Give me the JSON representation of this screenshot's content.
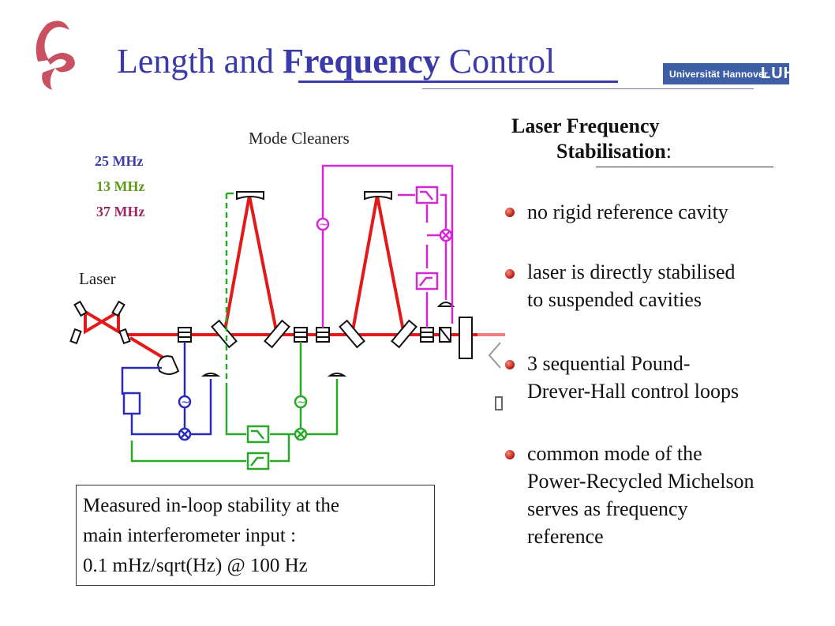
{
  "slide": {
    "title_part1": "Length and ",
    "title_part2": "Frequency",
    "title_part3": " Control",
    "logo_text": "Universität Hannover",
    "logo_mark": "LUH"
  },
  "diagram": {
    "frequencies": [
      "25 MHz",
      "13 MHz",
      "37 MHz"
    ],
    "frequency_colors": [
      "#3d3da8",
      "#5e9a1c",
      "#9b2a62"
    ],
    "mode_cleaners_label": "Mode Cleaners",
    "laser_label": "Laser",
    "oscillator_symbol": "~"
  },
  "right_panel": {
    "heading_line1": "Laser Frequency",
    "heading_line2": "Stabilisation",
    "heading_colon": ":",
    "bullets": [
      [
        "no rigid reference cavity"
      ],
      [
        "laser is directly stabilised",
        "to suspended  cavities"
      ],
      [
        "3 sequential Pound-",
        "Drever-Hall control loops"
      ],
      [
        "common mode of the",
        "Power-Recycled Michelson",
        "serves as frequency",
        "reference"
      ]
    ]
  },
  "measurement_box": {
    "lines": [
      "Measured in-loop stability at the",
      "main interferometer input :",
      "0.1 mHz/sqrt(Hz) @ 100 Hz"
    ]
  }
}
